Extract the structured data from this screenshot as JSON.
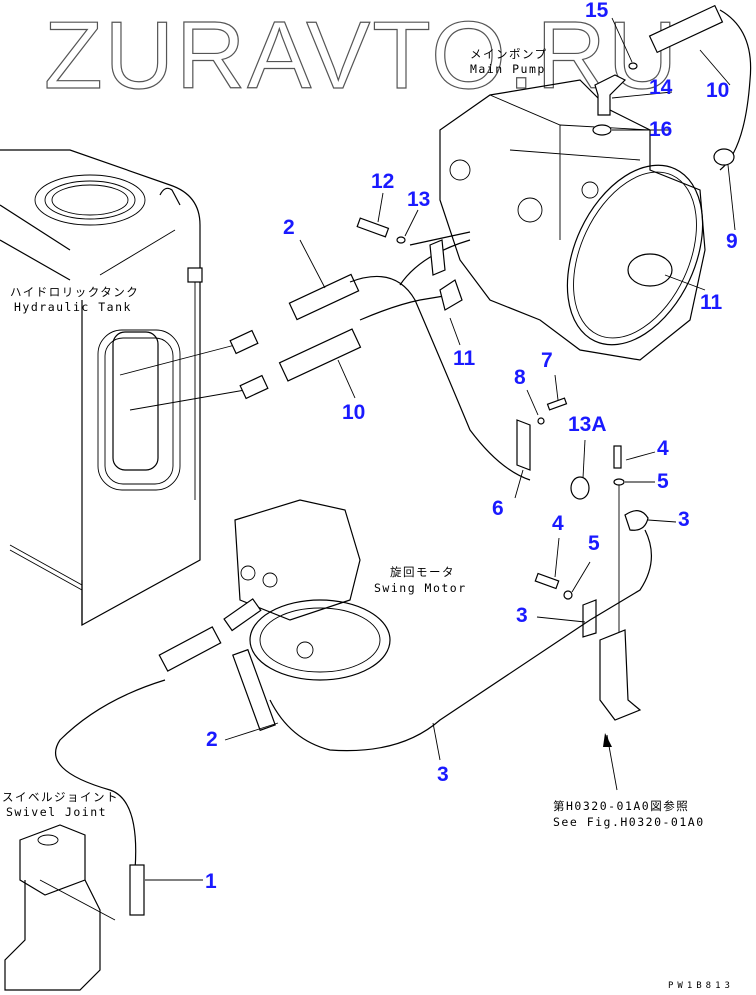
{
  "watermark": "ZURAVTO.RU",
  "components": {
    "main_pump": {
      "jp": "メインポンプ",
      "en": "Main Pump"
    },
    "hydraulic_tank": {
      "jp": "ハイドロリックタンク",
      "en": "Hydraulic Tank"
    },
    "swing_motor": {
      "jp": "旋回モータ",
      "en": "Swing Motor"
    },
    "swivel_joint": {
      "jp": "スイベルジョイント",
      "en": "Swivel Joint"
    }
  },
  "reference": {
    "jp": "第H0320-01A0図参照",
    "en": "See Fig.H0320-01A0"
  },
  "callouts": {
    "c15": "15",
    "c10_top": "10",
    "c14": "14",
    "c16": "16",
    "c9": "9",
    "c11_pump": "11",
    "c12": "12",
    "c13": "13",
    "c2_top": "2",
    "c11_mid": "11",
    "c10_mid": "10",
    "c8": "8",
    "c7": "7",
    "c13a": "13A",
    "c4_top": "4",
    "c5_top": "5",
    "c6": "6",
    "c3_right": "3",
    "c4_low": "4",
    "c5_low": "5",
    "c3_mid": "3",
    "c2_low": "2",
    "c3_low": "3",
    "c1": "1"
  },
  "drawing_code": "PW1B813",
  "colors": {
    "callout": "#1a1aff",
    "line": "#000000",
    "watermark_outline": "#555555"
  }
}
